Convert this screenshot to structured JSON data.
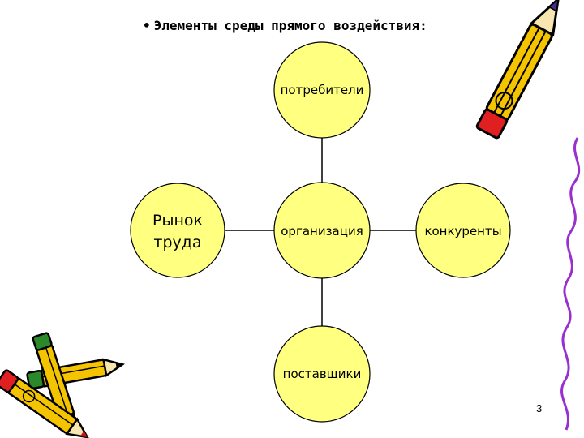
{
  "title": "Элементы среды прямого воздействия:",
  "title_bullet": "•",
  "colors": {
    "node_fill": "#ffff80",
    "node_stroke": "#000000",
    "connector": "#000000",
    "pencil_yellow": "#f5c400",
    "pencil_red": "#e02020",
    "pencil_green": "#2a8a2a",
    "squiggle": "#9a2fd0"
  },
  "diagram": {
    "center": {
      "label": "организация"
    },
    "nodes": {
      "top": {
        "label": "потребители"
      },
      "left": {
        "label_line1": "Рынок",
        "label_line2": "труда"
      },
      "right": {
        "label": "конкуренты"
      },
      "bottom": {
        "label": "поставщики"
      }
    }
  },
  "decorations": {
    "top_right": "pencil-icon",
    "bottom_left": "pencils-icon",
    "right_edge": "squiggle-line"
  },
  "page_number": "3"
}
